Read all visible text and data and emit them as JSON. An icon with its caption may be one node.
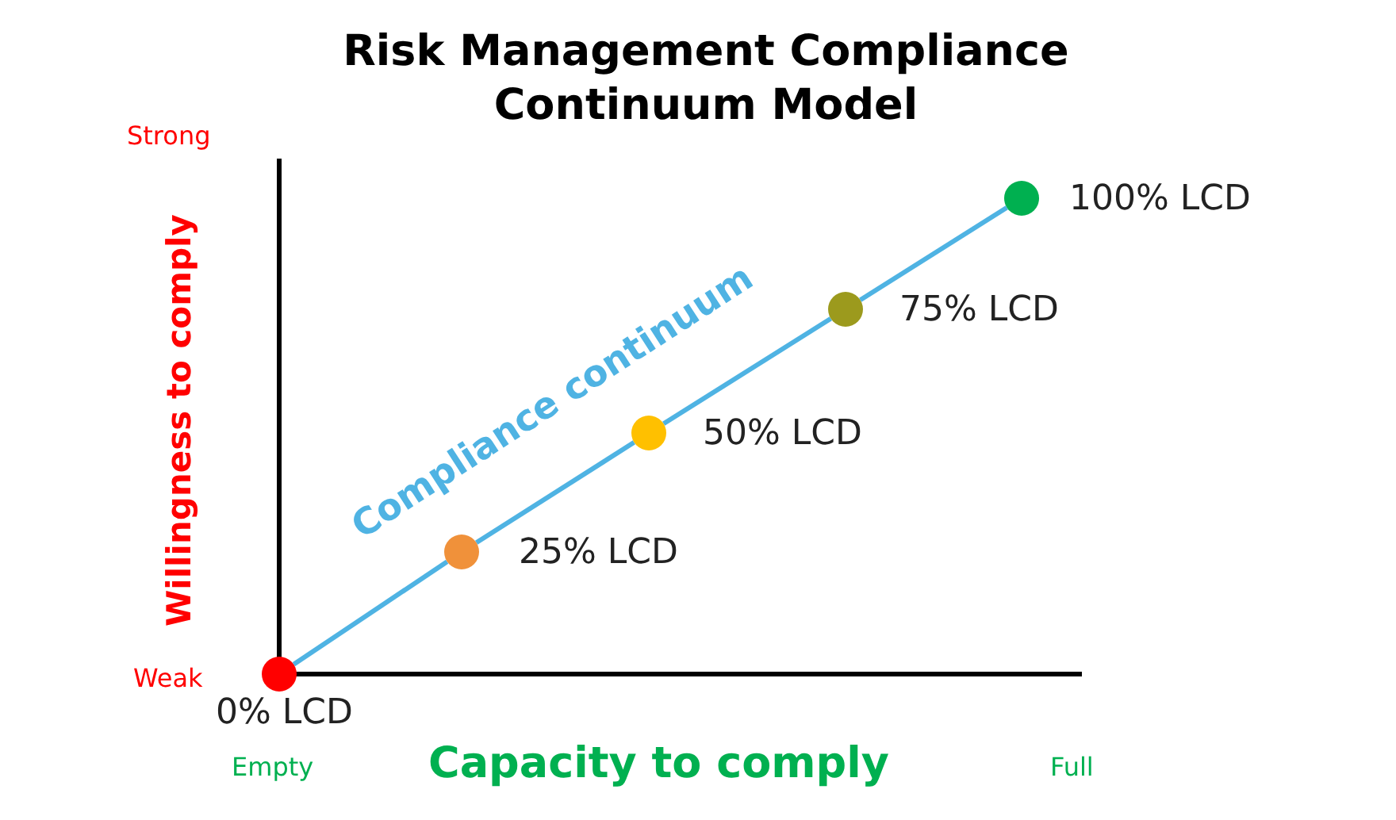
{
  "diagram": {
    "title": "Risk Management Compliance Continuum Model",
    "nodes": [
      {
        "text": [],
        "shape": "circle",
        "beside": [
          "0% LCD"
        ]
      },
      {
        "text": [],
        "shape": "circle",
        "beside": [
          "25% LCD"
        ]
      },
      {
        "text": [],
        "shape": "circle",
        "beside": [
          "50% LCD"
        ]
      },
      {
        "text": [],
        "shape": "circle",
        "beside": [
          "75% LCD"
        ]
      },
      {
        "text": [],
        "shape": "circle",
        "beside": [
          "100% LCD"
        ]
      }
    ],
    "edges": [
      {
        "from": 0,
        "to": 1,
        "arrow": "none"
      },
      {
        "from": 1,
        "to": 2,
        "arrow": "none"
      },
      {
        "from": 2,
        "to": 3,
        "arrow": "none"
      },
      {
        "from": 3,
        "to": 4,
        "arrow": "none"
      }
    ],
    "labels": [
      "Strong",
      "Compliance continuum",
      "Willingness to comply",
      "Weak",
      "Empty",
      "Capacity to comply",
      "Full"
    ]
  }
}
